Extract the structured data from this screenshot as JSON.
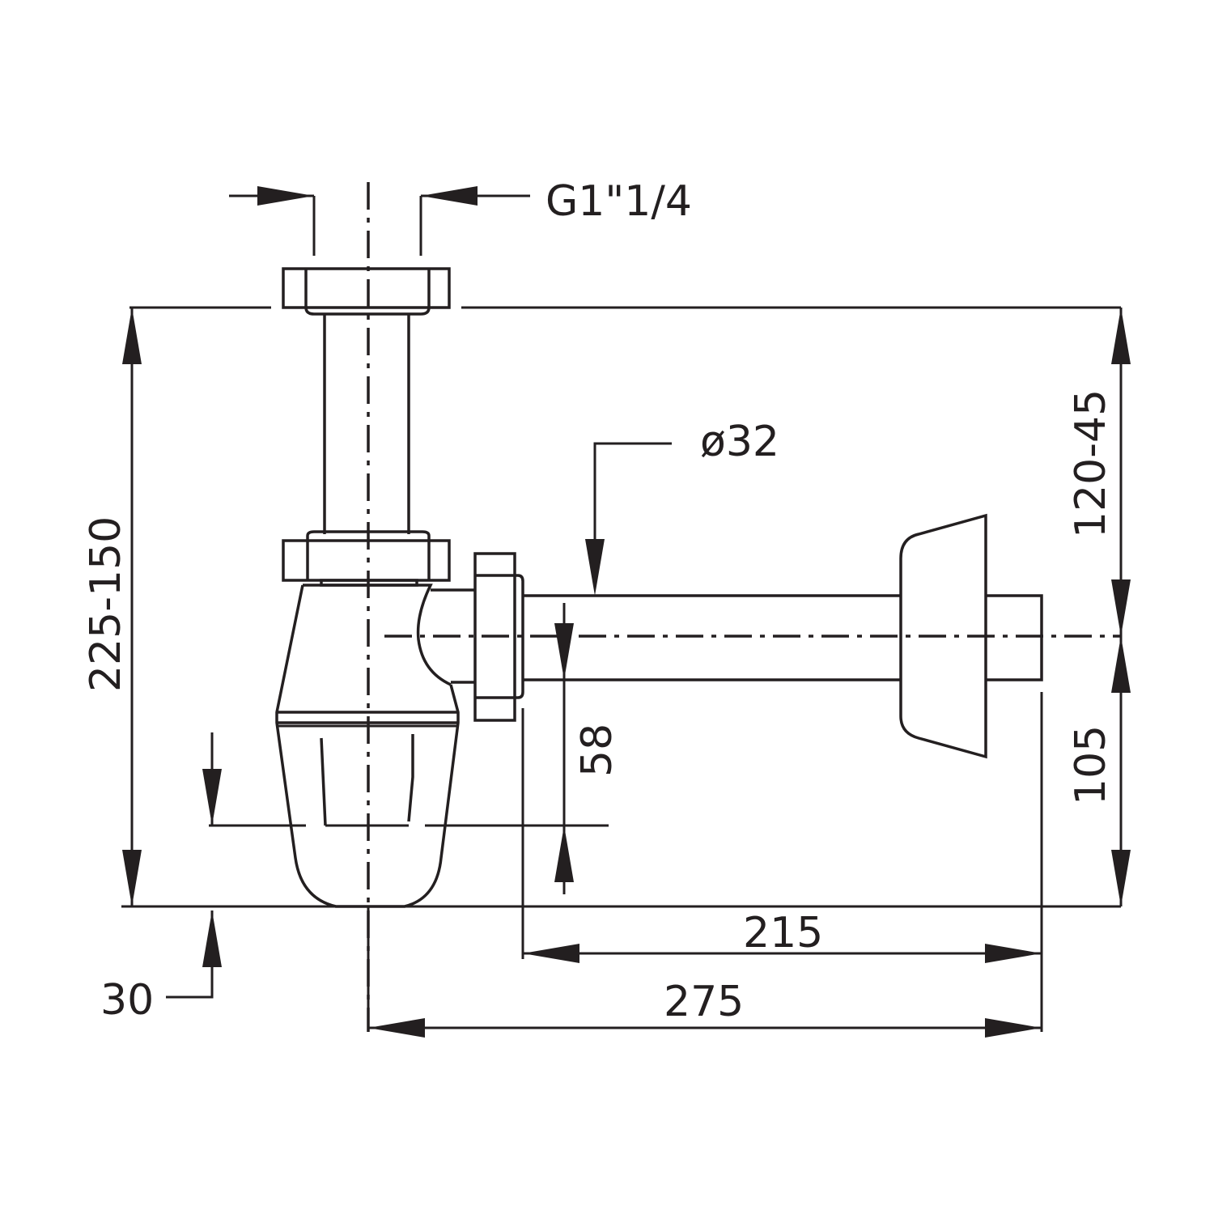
{
  "title": "Bottle trap dimension drawing",
  "colors": {
    "line": "#231f20",
    "background": "#ffffff"
  },
  "labels": {
    "thread": "G1\"1/4",
    "outlet_diameter": "ø32",
    "overall_height": "225-150",
    "upper_height": "120-45",
    "outlet_height": "105",
    "outlet_offset": "58",
    "bottom_clearance": "30",
    "pipe_length": "215",
    "overall_length": "275"
  }
}
